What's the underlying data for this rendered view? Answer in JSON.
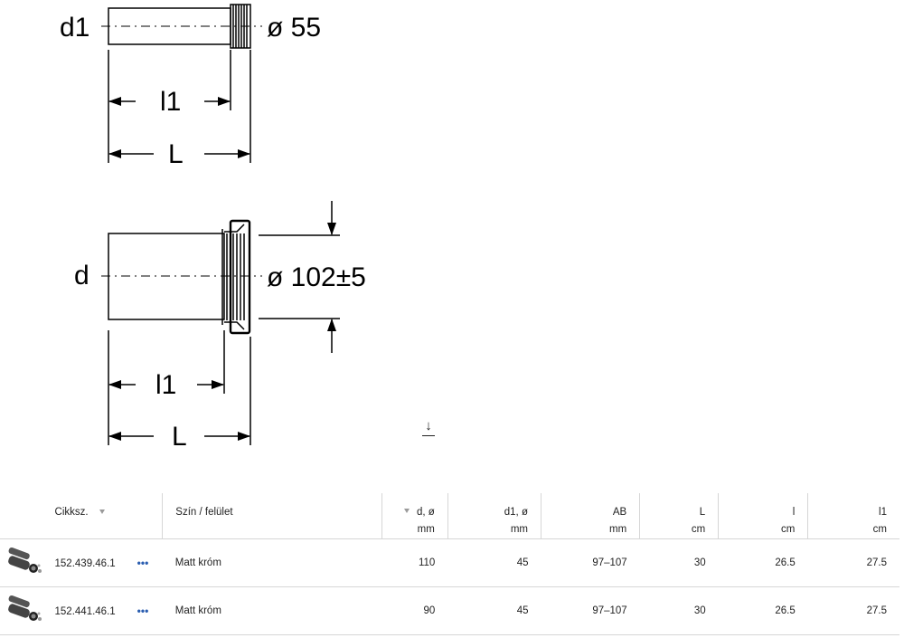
{
  "drawing": {
    "top": {
      "left_label": "d1",
      "right_label": "ø 55",
      "dim_inner": "l1",
      "dim_outer": "L"
    },
    "bottom": {
      "left_label": "d",
      "right_label": "ø 102±5",
      "dim_inner": "l1",
      "dim_outer": "L"
    },
    "download_icon": "↓"
  },
  "table": {
    "headers": {
      "article_no": "Cikksz.",
      "color": "Szín / felület",
      "d_label": "d, ø",
      "d_unit": "mm",
      "d1_label": "d1, ø",
      "d1_unit": "mm",
      "ab_label": "AB",
      "ab_unit": "mm",
      "L_label": "L",
      "L_unit": "cm",
      "l_label": "l",
      "l_unit": "cm",
      "l1_label": "l1",
      "l1_unit": "cm"
    },
    "more_icon": "•••",
    "rows": [
      {
        "article_no": "152.439.46.1",
        "color": "Matt króm",
        "d": "110",
        "d1": "45",
        "ab": "97–107",
        "L": "30",
        "l": "26.5",
        "l1": "27.5"
      },
      {
        "article_no": "152.441.46.1",
        "color": "Matt króm",
        "d": "90",
        "d1": "45",
        "ab": "97–107",
        "L": "30",
        "l": "26.5",
        "l1": "27.5"
      }
    ]
  }
}
